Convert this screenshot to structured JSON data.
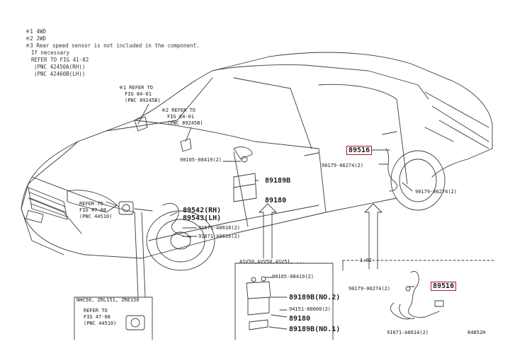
{
  "notes": {
    "line1": "※1 4WD",
    "line2": "※2 2WD",
    "line3": "※3 Rear speed sensor is not included in the component.",
    "line4": "If necessary",
    "line5": "REFER TO FIG 41-02",
    "line6": "(PNC 42450A(RH))",
    "line7": "(PNC 42460B(LH))"
  },
  "refs": {
    "ref1_a": "※1 REFER TO",
    "ref1_b": "FIG 84-01",
    "ref1_c": "(PNC 89245B)",
    "ref2_a": "※2 REFER TO",
    "ref2_b": "FIG 84-01",
    "ref2_c": "(PNC 89245B)",
    "ref3_a": "REFER TO",
    "ref3_b": "FIG 47-08",
    "ref3_c": "(PNC 44510)",
    "ref4_a": "REFER TO",
    "ref4_b": "FIG 47-08",
    "ref4_c": "(PNC 44510)"
  },
  "parts": {
    "p_90105_top": "90105-08419(2)",
    "p_89189B": "89189B",
    "p_89180": "89180",
    "p_89542": "89542(RH)",
    "p_89543": "89543(LH)",
    "p_91671_a": "91671-A0616(2)",
    "p_91671_b": "91671-A0616(2)",
    "p_89516_top": "89516",
    "p_90179_a": "90179-06274(2)",
    "p_90179_b": "90179-06274(2)",
    "p_scale": "1:02",
    "p_zoom_label": "ASV50,AVV50,ASV51, ...",
    "p_90105_box": "90105-08419(2)",
    "p_89189B_no2": "89189B(NO.2)",
    "p_94151": "94151-80600(2)",
    "p_89180_box": "89180",
    "p_89189B_no1": "89189B(NO.1)",
    "p_90179_c": "90179-06274(2)",
    "p_89516_box": "89516",
    "p_91671_c": "91671-A0614(2)",
    "p_model_label": "NHC50, ZRL151, ZRE150",
    "p_figno": "84852H"
  },
  "colors": {
    "highlight": "#b0182b",
    "line": "#333333"
  }
}
